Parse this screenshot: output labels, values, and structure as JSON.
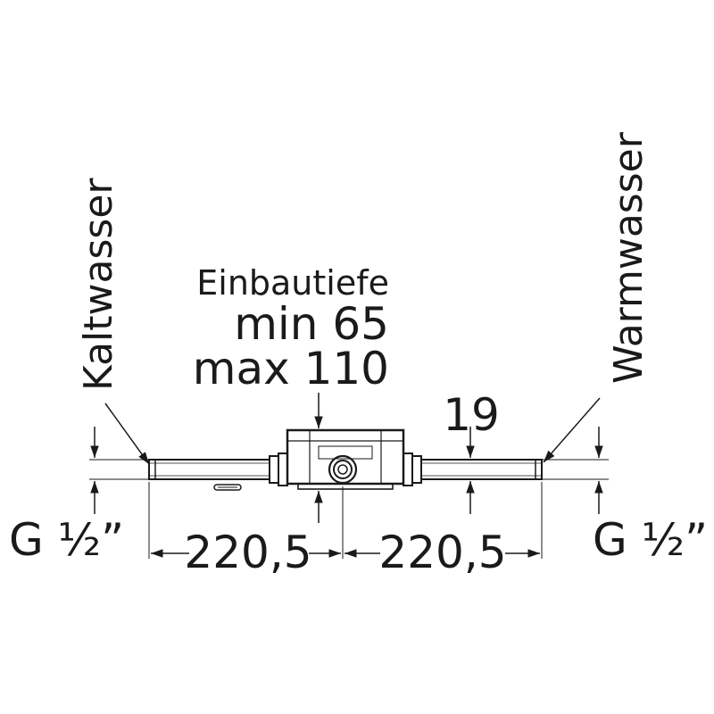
{
  "labels": {
    "cold_water": "Kaltwasser",
    "warm_water": "Warmwasser",
    "depth_title": "Einbautiefe",
    "depth_min": "min 65",
    "depth_max": "max 110",
    "pipe_diameter": "19",
    "thread_left": "G ½”",
    "thread_right": "G ½”",
    "dim_left": "220,5",
    "dim_right": "220,5"
  },
  "colors": {
    "ink": "#1a1a1a",
    "background": "#ffffff"
  }
}
